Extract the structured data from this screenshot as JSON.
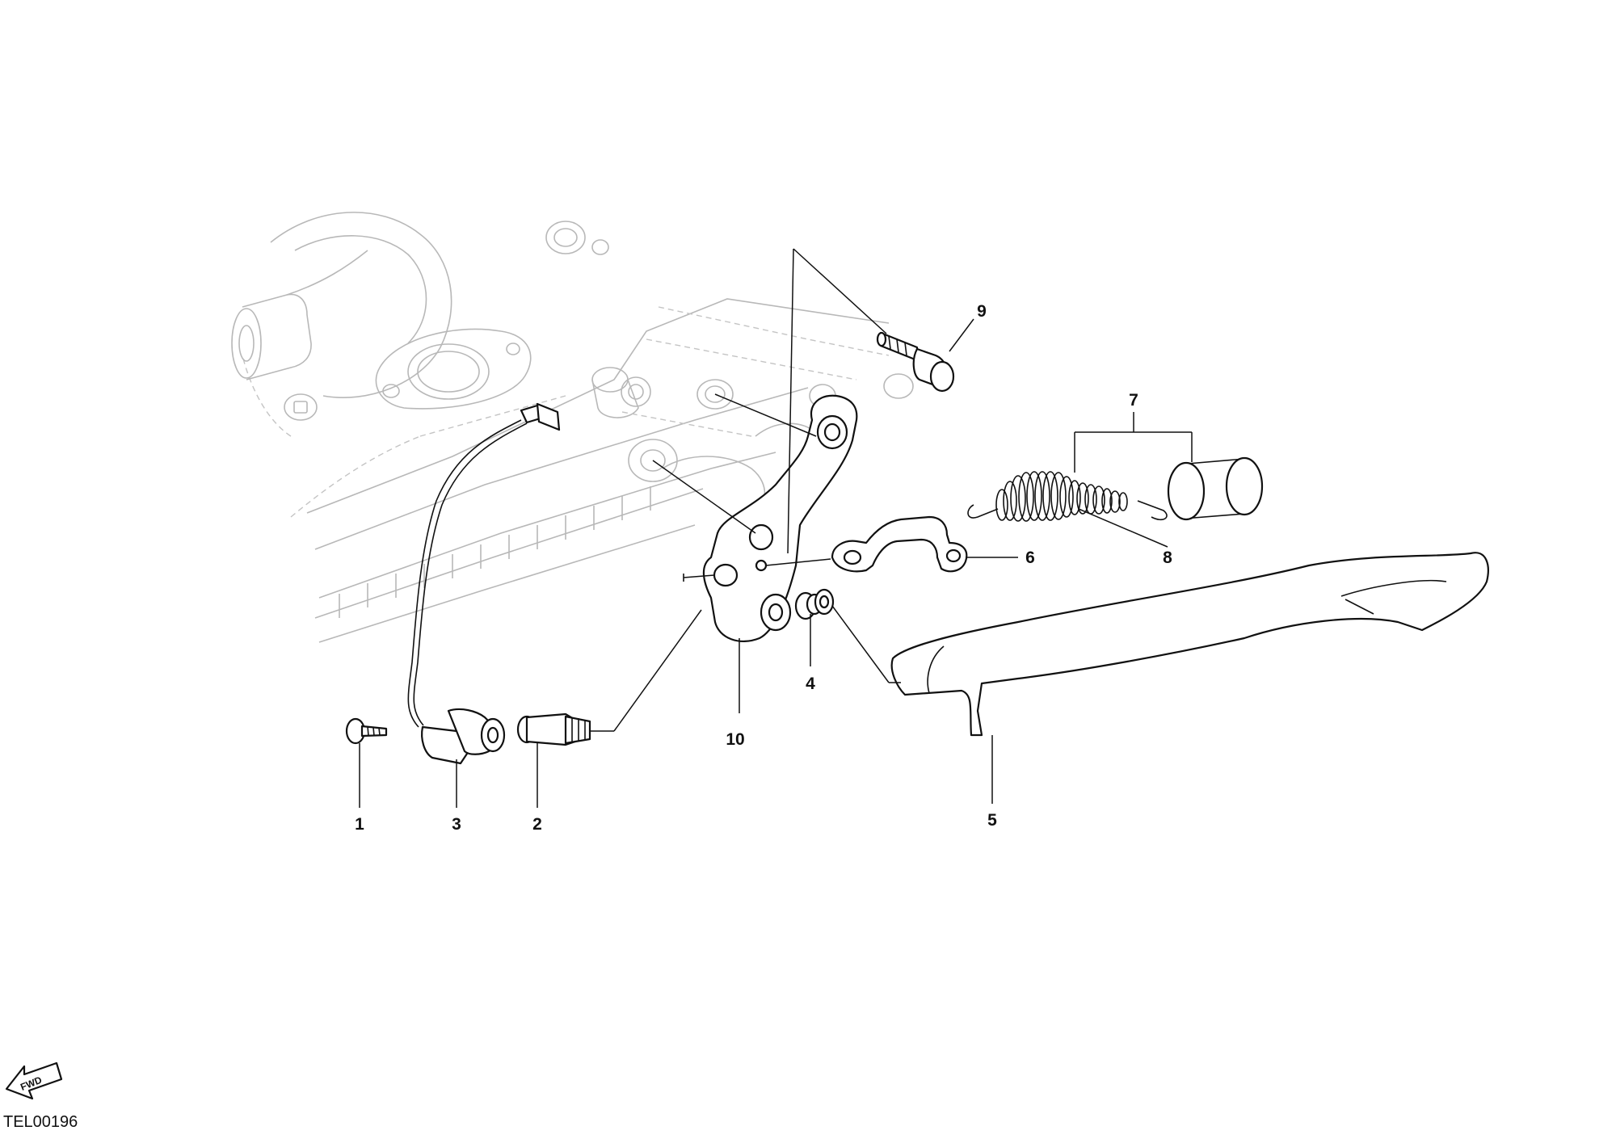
{
  "figure_code": "TEL00196",
  "orientation_badge": "FWD",
  "callouts": [
    {
      "id": "1",
      "label": "1"
    },
    {
      "id": "2",
      "label": "2"
    },
    {
      "id": "3",
      "label": "3"
    },
    {
      "id": "4",
      "label": "4"
    },
    {
      "id": "5",
      "label": "5"
    },
    {
      "id": "6",
      "label": "6"
    },
    {
      "id": "7",
      "label": "7"
    },
    {
      "id": "8",
      "label": "8"
    },
    {
      "id": "9",
      "label": "9"
    },
    {
      "id": "10",
      "label": "10"
    }
  ],
  "colors": {
    "outline": "#111111",
    "ghost_engine": "#b8b8b8",
    "background": "#ffffff"
  }
}
